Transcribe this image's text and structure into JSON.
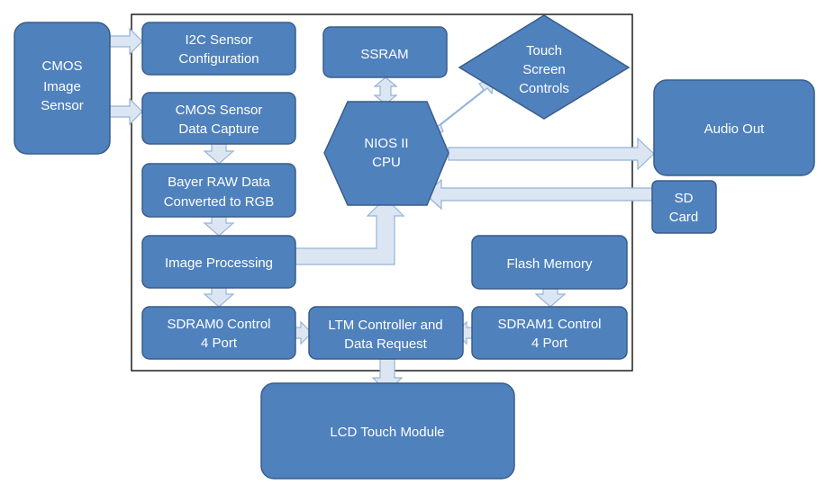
{
  "blocks": {
    "cmos_image_sensor": [
      "CMOS",
      "Image",
      "Sensor"
    ],
    "i2c_config": [
      "I2C Sensor",
      "Configuration"
    ],
    "cmos_capture": [
      "CMOS Sensor",
      "Data Capture"
    ],
    "bayer": [
      "Bayer RAW Data",
      "Converted to RGB"
    ],
    "image_processing": [
      "Image Processing"
    ],
    "sdram0": [
      "SDRAM0 Control",
      "4 Port"
    ],
    "ltm_controller": [
      "LTM Controller and",
      "Data Request"
    ],
    "sdram1": [
      "SDRAM1 Control",
      "4 Port"
    ],
    "flash": [
      "Flash Memory"
    ],
    "ssram": [
      "SSRAM"
    ],
    "nios": [
      "NIOS II",
      "CPU"
    ],
    "touch": [
      "Touch",
      "Screen",
      "Controls"
    ],
    "audio": [
      "Audio Out"
    ],
    "sd_card": [
      "SD",
      "Card"
    ],
    "lcd": [
      "LCD Touch Module"
    ]
  },
  "colors": {
    "block_fill": "#4f81bd",
    "block_stroke": "#385d8a",
    "arrow_fill": "#dce6f2",
    "arrow_stroke": "#95b3d7",
    "frame": "#1f1f1f"
  }
}
